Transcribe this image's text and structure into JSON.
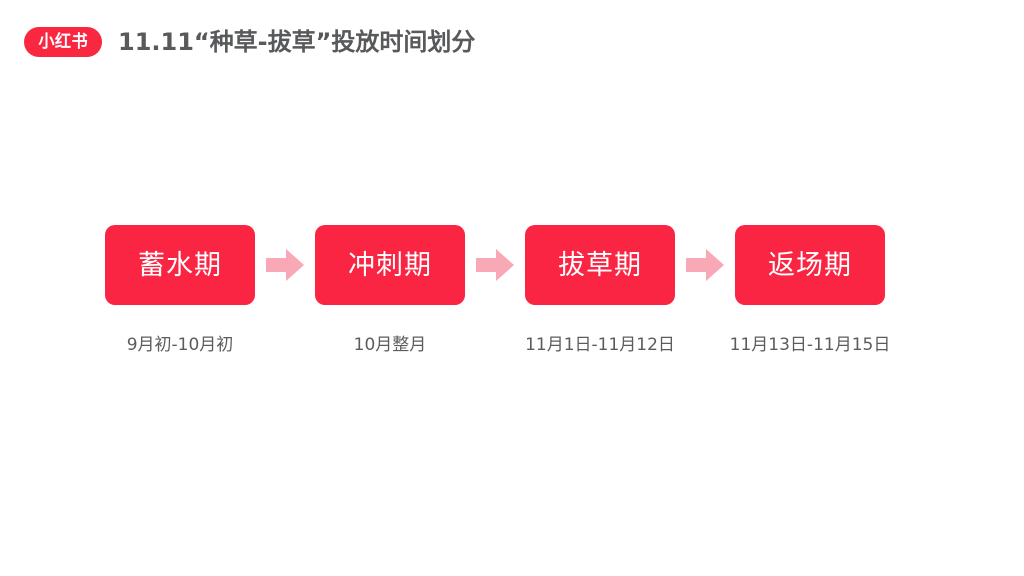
{
  "header": {
    "logo": {
      "icon": "xiaohongshu-logo",
      "text": "小红书",
      "background": "#FA2741",
      "text_color": "#FFFFFF"
    },
    "title": "11.11“种草-拔草”投放时间划分",
    "title_color": "#58595B"
  },
  "colors": {
    "background": "#FFFFFF",
    "stage_box": "#FA2543",
    "stage_box_text": "#FFFFFF",
    "arrow": "#F9A8B5",
    "caption_text": "#5B5C5E",
    "brand_red": "#FA2741"
  },
  "timeline": {
    "arrow_icon": "right-arrow-icon",
    "stages": [
      {
        "label": "蓄水期",
        "caption": "9月初-10月初"
      },
      {
        "label": "冲刺期",
        "caption": "10月整月"
      },
      {
        "label": "拔草期",
        "caption": "11月1日-11月12日"
      },
      {
        "label": "返场期",
        "caption": "11月13日-11月15日"
      }
    ]
  }
}
